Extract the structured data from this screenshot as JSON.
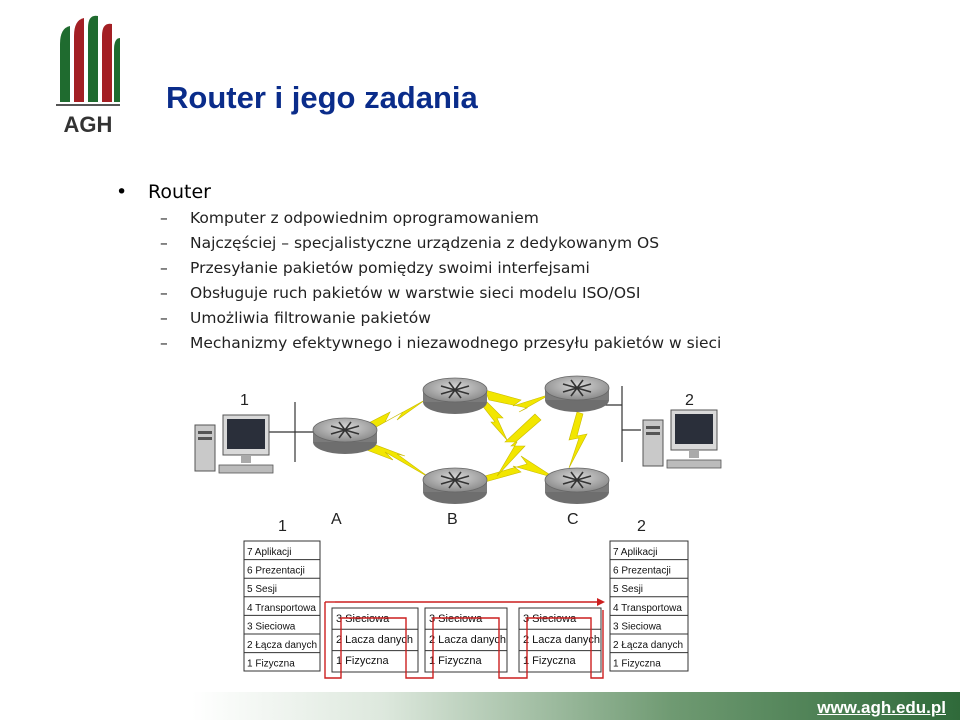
{
  "slide": {
    "logo_text": "AGH",
    "title": "Router i jego zadania",
    "main_bullet": "Router",
    "sub_bullets": [
      "Komputer z odpowiednim oprogramowaniem",
      "Najczęściej – specjalistyczne urządzenia z dedykowanym OS",
      "Przesyłanie pakietów pomiędzy swoimi interfejsami",
      "Obsługuje ruch pakietów w warstwie sieci modelu ISO/OSI",
      "Umożliwia filtrowanie pakietów",
      "Mechanizmy efektywnego i niezawodnego przesyłu pakietów w sieci"
    ],
    "footer_url": "www.agh.edu.pl"
  },
  "diagram": {
    "host_labels": [
      "1",
      "2"
    ],
    "router_labels": [
      "A",
      "B",
      "C"
    ],
    "endpoint_labels": [
      "1",
      "2"
    ],
    "host_layers": [
      "7 Aplikacji",
      "6 Prezentacji",
      "5 Sesji",
      "4 Transportowa",
      "3 Sieciowa",
      "2 Łącza danych",
      "1 Fizyczna"
    ],
    "router_layers": [
      "3 Sieciowa",
      "2 Lacza danych",
      "1 Fizyczna"
    ]
  },
  "colors": {
    "title": "#0a2c8a",
    "logo_green": "#1f6b2f",
    "logo_red": "#a31f24",
    "path_red": "#cc1f1f",
    "lightning": "#f2e600",
    "footer_green": "#2f6a3a"
  }
}
